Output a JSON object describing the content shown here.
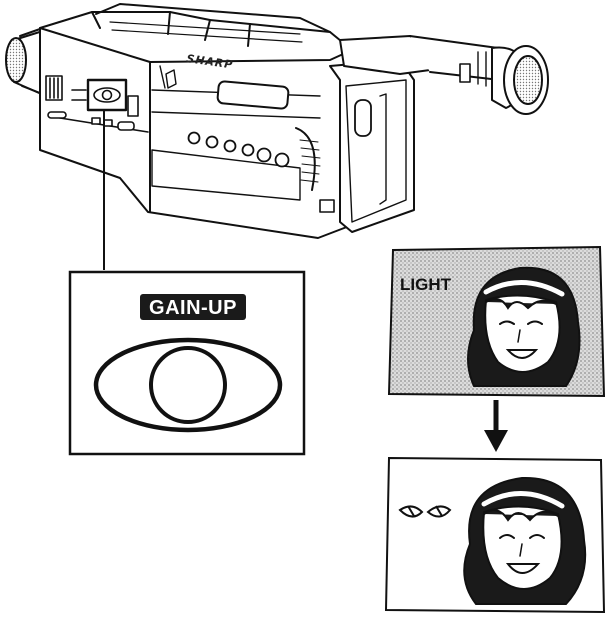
{
  "camera": {
    "brand": "SHARP"
  },
  "gain_indicator": {
    "label": "GAIN-UP",
    "icon": "eye-icon"
  },
  "scene_before": {
    "label": "LIGHT",
    "icon": "face-icon"
  },
  "scene_after": {
    "icon": "closed-eyes-icon"
  },
  "colors": {
    "line": "#111111",
    "label_bg": "#1a1a1a",
    "panel_bg": "#ffffff",
    "dot_pattern": "#b5b5b5"
  }
}
